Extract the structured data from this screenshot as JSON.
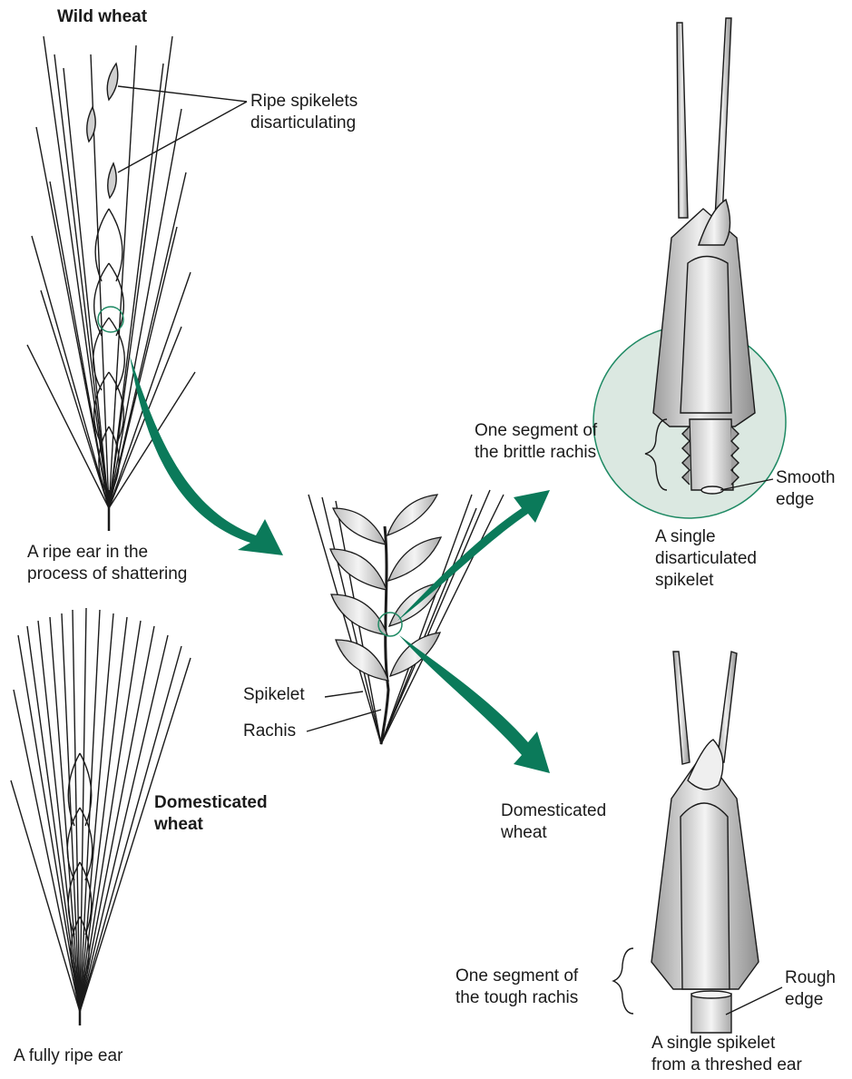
{
  "labels": {
    "wild_wheat": "Wild wheat",
    "ripe_spikelets": "Ripe spikelets\ndisarticulating",
    "ripe_ear_caption": "A ripe ear in the\nprocess of shattering",
    "domesticated_wheat_left": "Domesticated\nwheat",
    "fully_ripe_caption": "A fully ripe ear",
    "spikelet": "Spikelet",
    "rachis": "Rachis",
    "brittle_segment": "One segment of\nthe brittle rachis",
    "smooth_edge": "Smooth\nedge",
    "single_disarticulated": "A single\ndisarticulated\nspikelet",
    "domesticated_wheat_mid": "Domesticated\nwheat",
    "tough_segment": "One segment of\nthe tough rachis",
    "rough_edge": "Rough\nedge",
    "threshed_caption": "A single spikelet\nfrom a threshed ear"
  },
  "colors": {
    "accent_green": "#0b7a5a",
    "highlight_circle_fill": "#dbe8e1",
    "highlight_circle_stroke": "#1f8a64",
    "ink": "#1a1a1a",
    "grain_fill": "#d6d6d6"
  }
}
